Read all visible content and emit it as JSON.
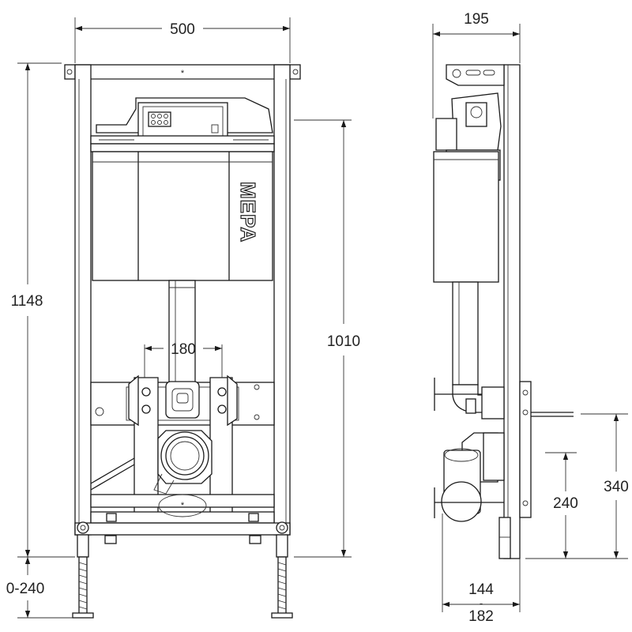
{
  "dimensions": {
    "front_width": "500",
    "front_height": "1148",
    "front_inner_height": "1010",
    "front_bolt_spacing": "180",
    "front_leg_range": "0-240",
    "side_depth": "195",
    "side_height_340": "340",
    "side_height_240": "240",
    "side_bottom_top": "144",
    "side_bottom_sep": "-",
    "side_bottom_bottom": "182"
  },
  "logo": "MEPA"
}
